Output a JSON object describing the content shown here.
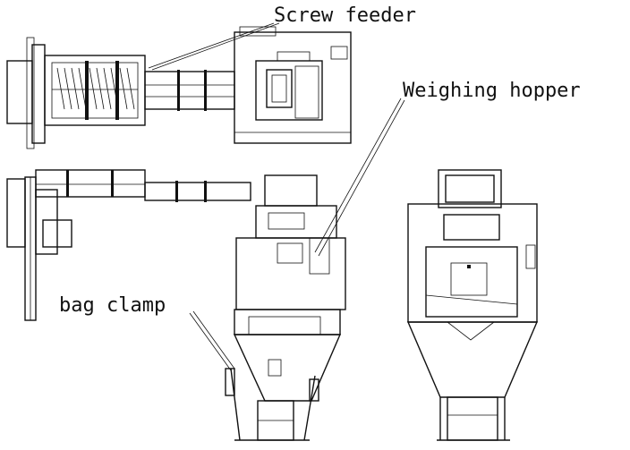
{
  "labels": {
    "screw_feeder": "Screw feeder",
    "weighing_hopper": "Weighing hopper",
    "bag_clamp": "bag clamp"
  }
}
